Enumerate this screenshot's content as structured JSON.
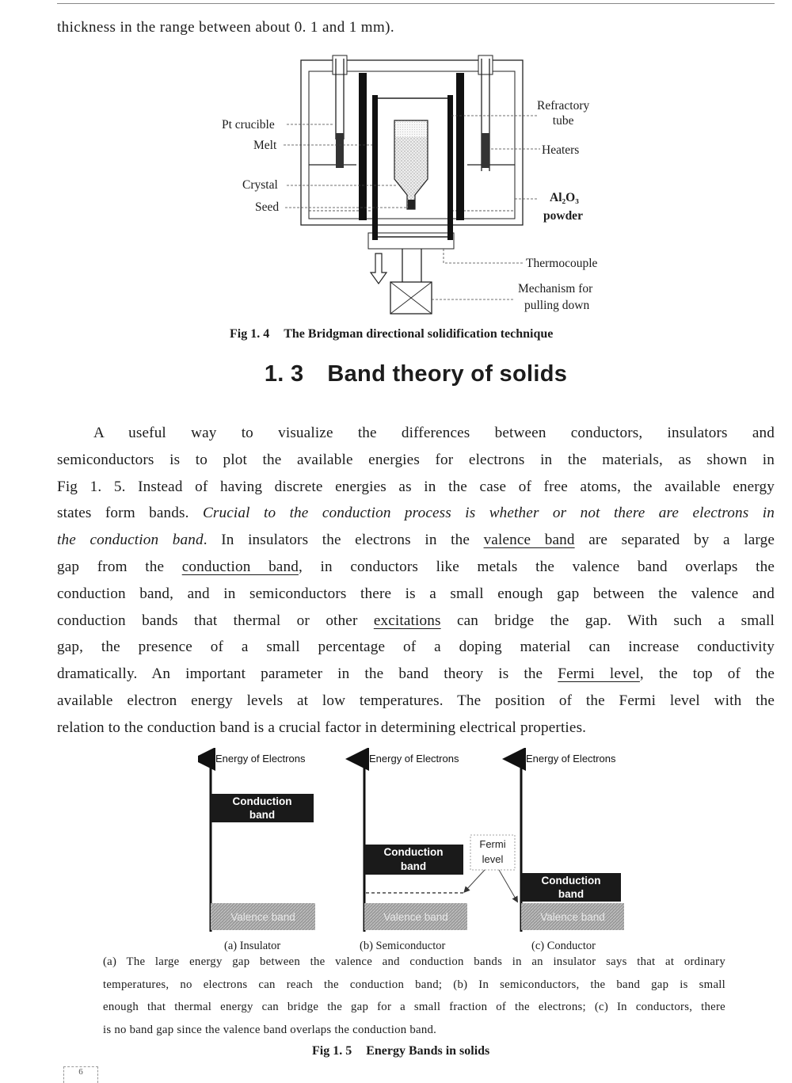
{
  "top_line": "thickness in the range between about 0. 1 and 1 mm).",
  "fig14": {
    "labels": {
      "pt_crucible": "Pt crucible",
      "melt": "Melt",
      "crystal": "Crystal",
      "seed": "Seed",
      "refractory_tube": "Refractory\ntube",
      "heaters": "Heaters",
      "al2o3": "Al₂O₃",
      "powder": "powder",
      "thermocouple": "Thermocouple",
      "mechanism": "Mechanism for",
      "pulling_down": "pulling down"
    },
    "caption_num": "Fig 1. 4",
    "caption_text": "The Bridgman directional solidification technique"
  },
  "section": {
    "number": "1. 3",
    "title": "Band theory of solids"
  },
  "paragraph": {
    "l1": "A useful way to visualize the differences between conductors, insulators and",
    "l2": "semiconductors is to plot the available energies for electrons in the materials, as shown in",
    "l3": "Fig 1. 5. Instead of having discrete energies as in the case of free atoms, the available energy",
    "l4a": "states form bands. ",
    "l4b": "Crucial to the conduction process is whether or not there are electrons in",
    "l5a": "the conduction band",
    "l5b": ". In insulators the electrons in the ",
    "l5c": "valence band",
    "l5d": " are separated by a large",
    "l6a": "gap from the ",
    "l6b": "conduction band",
    "l6c": ", in conductors like metals the valence band overlaps the",
    "l7": "conduction band, and in semiconductors there is a small enough gap between the valence and",
    "l8a": "conduction bands that thermal or other ",
    "l8b": "excitations",
    "l8c": " can bridge the gap. With such a small",
    "l9": "gap, the presence of a small percentage of a doping material can increase conductivity",
    "l10a": "dramatically. An important parameter in the band theory is the ",
    "l10b": "Fermi level",
    "l10c": ", the top of the",
    "l11": "available electron energy levels at low temperatures. The position of the Fermi level with the",
    "l12": "relation to the conduction band is a crucial factor in determining electrical properties."
  },
  "fig15": {
    "axis_label": "Energy of Electrons",
    "conduction": "Conduction",
    "band": "band",
    "valence": "Valence band",
    "fermi_1": "Fermi",
    "fermi_2": "level",
    "sub_a": "(a) Insulator",
    "sub_b": "(b) Semiconductor",
    "sub_c": "(c) Conductor",
    "desc": {
      "l1": "(a) The large energy gap between the valence and conduction bands in an insulator says that at ordinary",
      "l2": "temperatures, no electrons can reach the conduction band; (b) In semiconductors, the band gap is small",
      "l3": "enough that thermal energy can bridge the gap for a small fraction of the electrons; (c) In conductors, there",
      "l4": "is no band gap since the valence band overlaps the conduction band."
    },
    "caption_num": "Fig 1. 5",
    "caption_text": "Energy Bands in solids"
  },
  "page_number": "6"
}
